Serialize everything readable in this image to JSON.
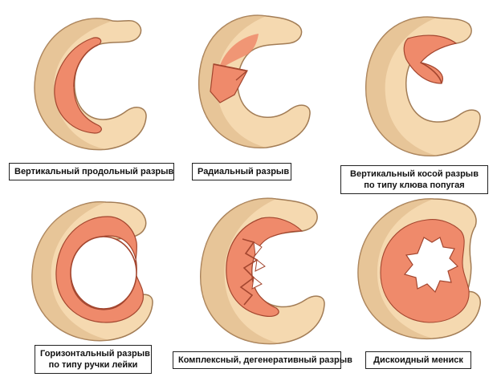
{
  "colors": {
    "meniscus_fill": "#f5d9b0",
    "meniscus_shadow": "#d8ae7c",
    "meniscus_outline": "#a27c55",
    "tear_fill": "#ef8a6b",
    "tear_edge": "#a3462f",
    "label_border": "#222222"
  },
  "tears": [
    {
      "id": "vertical-longitudinal",
      "lines": [
        "Вертикальный продольный разрыв"
      ]
    },
    {
      "id": "radial",
      "lines": [
        "Радиальный разрыв"
      ]
    },
    {
      "id": "vertical-oblique",
      "lines": [
        "Вертикальный косой разрыв",
        "по типу клюва попугая"
      ]
    },
    {
      "id": "horizontal",
      "lines": [
        "Горизонтальный разрыв",
        "по типу ручки лейки"
      ]
    },
    {
      "id": "complex",
      "lines": [
        "Комплексный, дегенеративный разрыв"
      ]
    },
    {
      "id": "discoid",
      "lines": [
        "Дискоидный мениск"
      ]
    }
  ]
}
